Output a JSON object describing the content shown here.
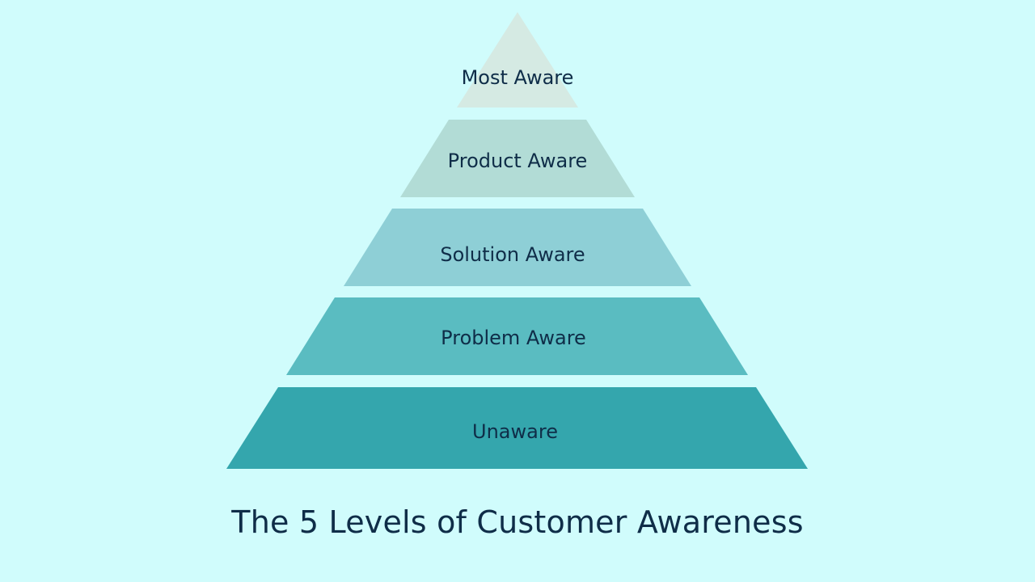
{
  "title": "The 5 Levels of Customer Awareness",
  "levels": [
    {
      "label": "Most Aware",
      "color": "#d5eae3"
    },
    {
      "label": "Product Aware",
      "color": "#b2dcd6"
    },
    {
      "label": "Solution Aware",
      "color": "#8ecfd6"
    },
    {
      "label": "Problem Aware",
      "color": "#5abcc1"
    },
    {
      "label": "Unaware",
      "color": "#34a6ad"
    }
  ],
  "colors": {
    "background": "#d0fcfc",
    "text": "#0f2d48"
  }
}
